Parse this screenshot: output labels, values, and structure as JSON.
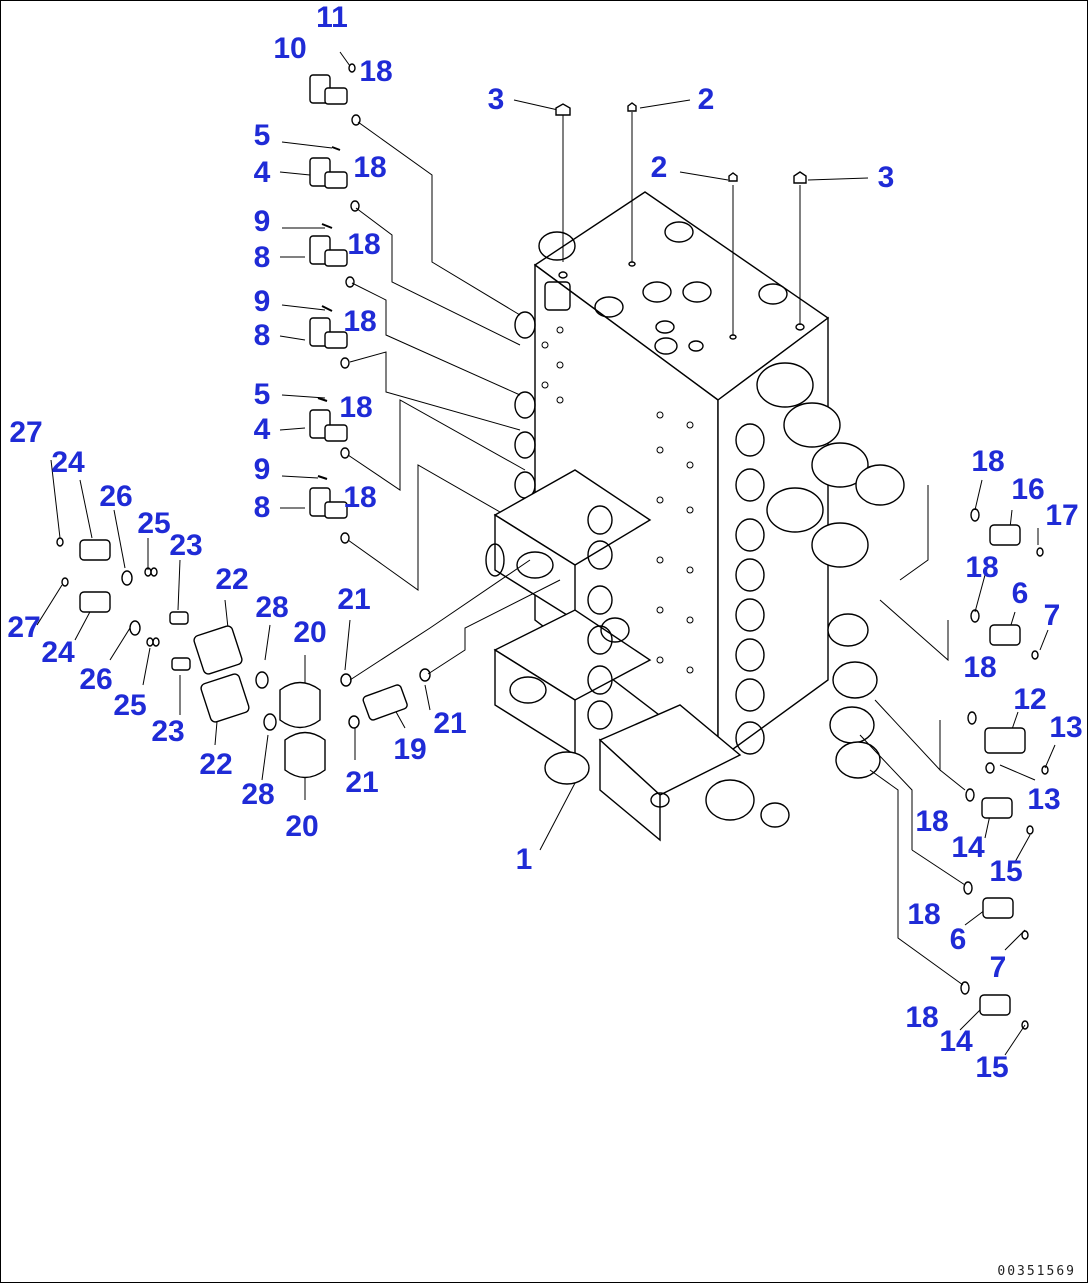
{
  "diagram": {
    "labels": {
      "part_1": "1",
      "part_2": "2",
      "part_3": "3",
      "part_4": "4",
      "part_5": "5",
      "part_6": "6",
      "part_7": "7",
      "part_8": "8",
      "part_9": "9",
      "part_10": "10",
      "part_11": "11",
      "part_12": "12",
      "part_13": "13",
      "part_14": "14",
      "part_15": "15",
      "part_16": "16",
      "part_17": "17",
      "part_18": "18",
      "part_19": "19",
      "part_20": "20",
      "part_21": "21",
      "part_22": "22",
      "part_23": "23",
      "part_24": "24",
      "part_25": "25",
      "part_26": "26",
      "part_27": "27",
      "part_28": "28"
    },
    "drawing_code": "00351569",
    "colors": {
      "label": "#1f2bd6",
      "line": "#000000",
      "background": "#ffffff"
    }
  }
}
